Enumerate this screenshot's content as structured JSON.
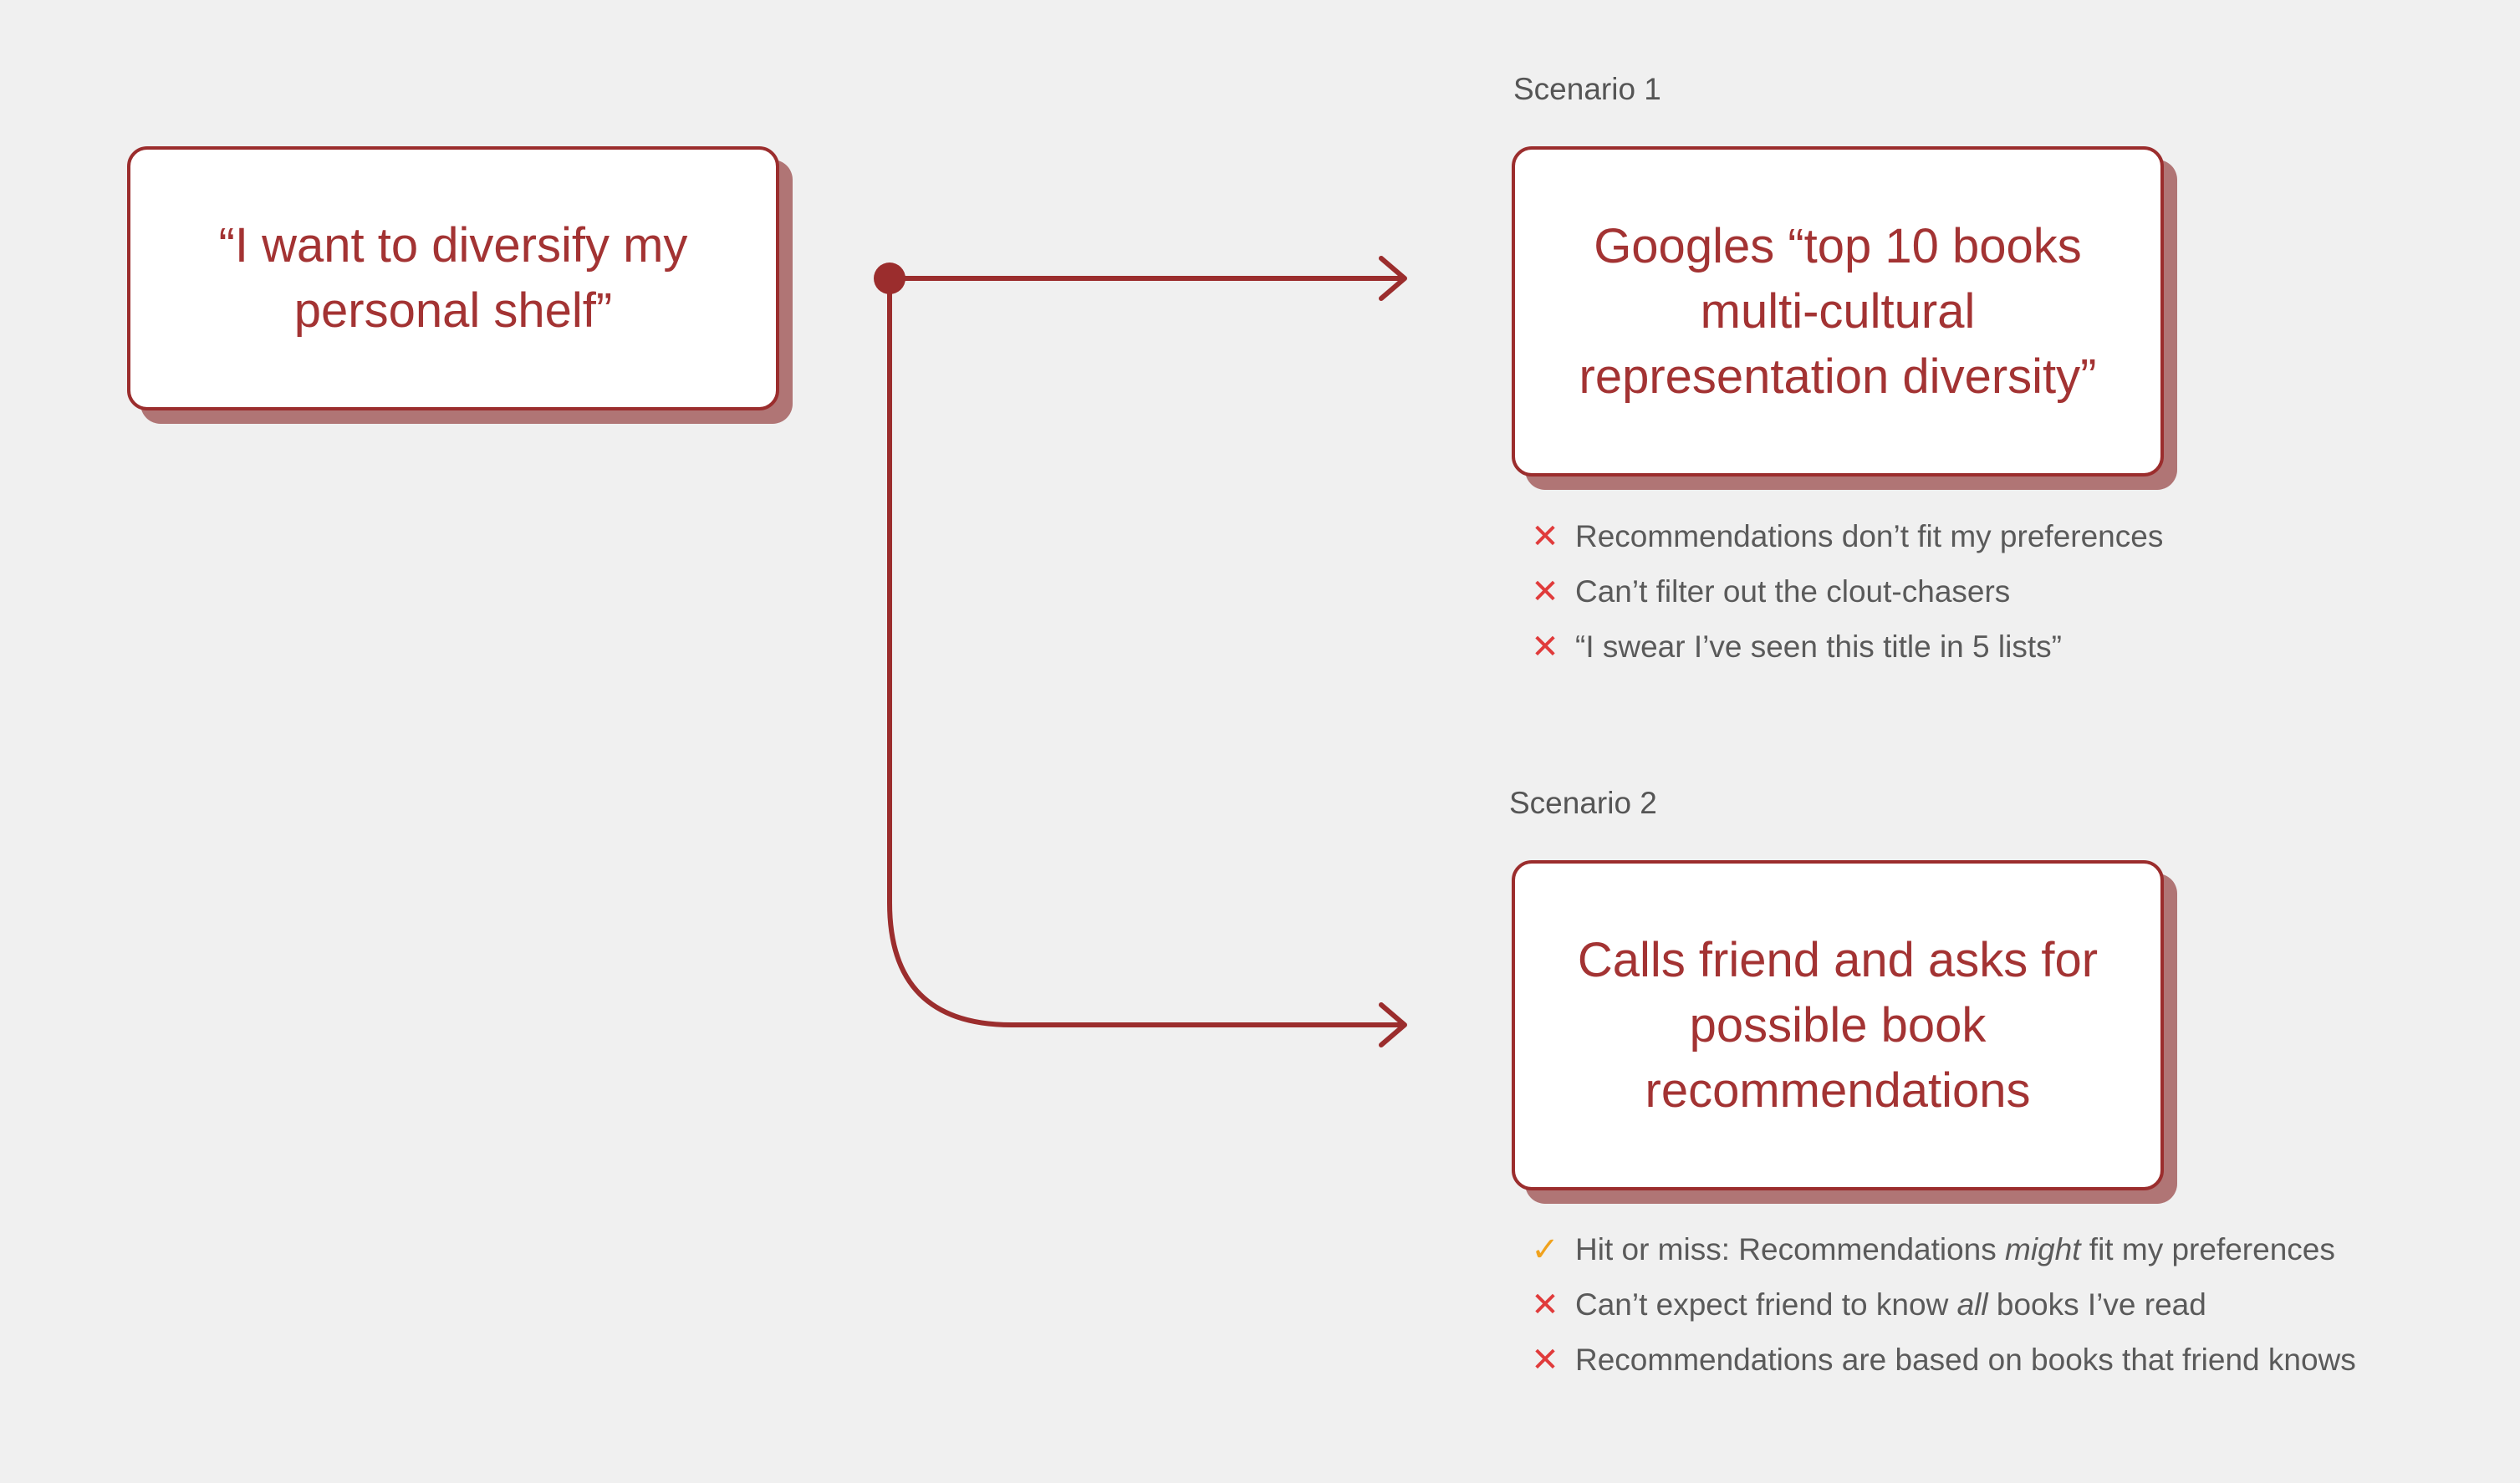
{
  "goal": {
    "text": "“I want to diversify my personal shelf”"
  },
  "scenarios": [
    {
      "label": "Scenario 1",
      "card_text": "Googles “top 10 books multi-cultural representation diversity”",
      "outcomes": [
        {
          "type": "cross",
          "parts": [
            {
              "text": "Recommendations don’t fit my preferences",
              "italic": false
            }
          ]
        },
        {
          "type": "cross",
          "parts": [
            {
              "text": "Can’t filter out the clout-chasers",
              "italic": false
            }
          ]
        },
        {
          "type": "cross",
          "parts": [
            {
              "text": "“I swear I’ve seen this title in 5 lists”",
              "italic": false
            }
          ]
        }
      ]
    },
    {
      "label": "Scenario 2",
      "card_text": "Calls friend and asks for possible book recommendations",
      "outcomes": [
        {
          "type": "check",
          "parts": [
            {
              "text": "Hit or miss: Recommendations ",
              "italic": false
            },
            {
              "text": "might",
              "italic": true
            },
            {
              "text": " fit my preferences",
              "italic": false
            }
          ]
        },
        {
          "type": "cross",
          "parts": [
            {
              "text": "Can’t expect friend to know ",
              "italic": false
            },
            {
              "text": "all",
              "italic": true
            },
            {
              "text": " books I’ve read",
              "italic": false
            }
          ]
        },
        {
          "type": "cross",
          "parts": [
            {
              "text": "Recommendations are based on books that friend knows",
              "italic": false
            }
          ]
        }
      ]
    }
  ],
  "colors": {
    "accent": "#9b2d2d",
    "card_shadow": "#b07575",
    "cross": "#e03b3b",
    "check": "#f0a21d",
    "background": "#f0f0f0"
  },
  "icons": {
    "cross": "cross-icon",
    "check": "check-icon"
  }
}
